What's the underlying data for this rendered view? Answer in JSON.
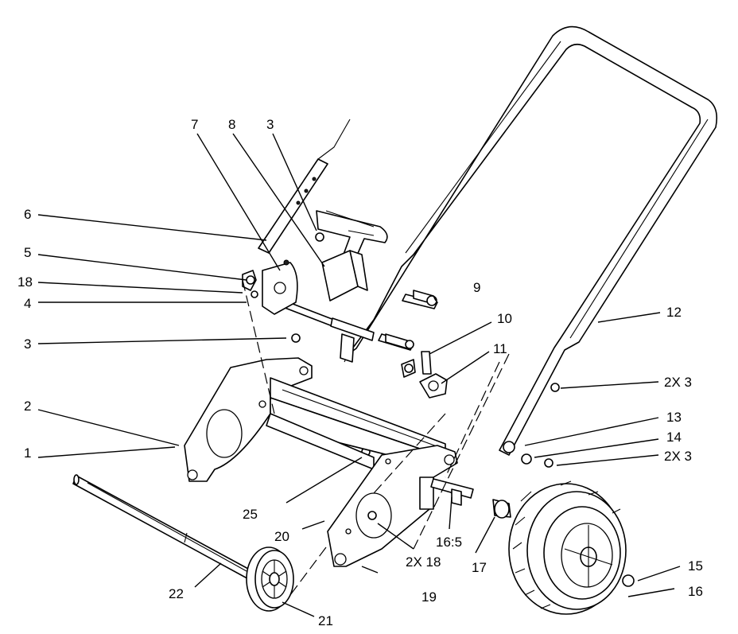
{
  "callouts": {
    "c1": "1",
    "c2": "2",
    "c3a": "3",
    "c3b": "3",
    "c3c": "2X 3",
    "c3d": "2X 3",
    "c4": "4",
    "c5": "5",
    "c6": "6",
    "c7": "7",
    "c8": "8",
    "c9": "9",
    "c10": "10",
    "c11": "11",
    "c12": "12",
    "c13": "13",
    "c14": "14",
    "c15": "15",
    "c16": "16",
    "c16b": "16:5",
    "c17": "17",
    "c18a": "18",
    "c18b": "2X 18",
    "c19": "19",
    "c20": "20",
    "c21": "21",
    "c22": "22",
    "c25": "25"
  }
}
